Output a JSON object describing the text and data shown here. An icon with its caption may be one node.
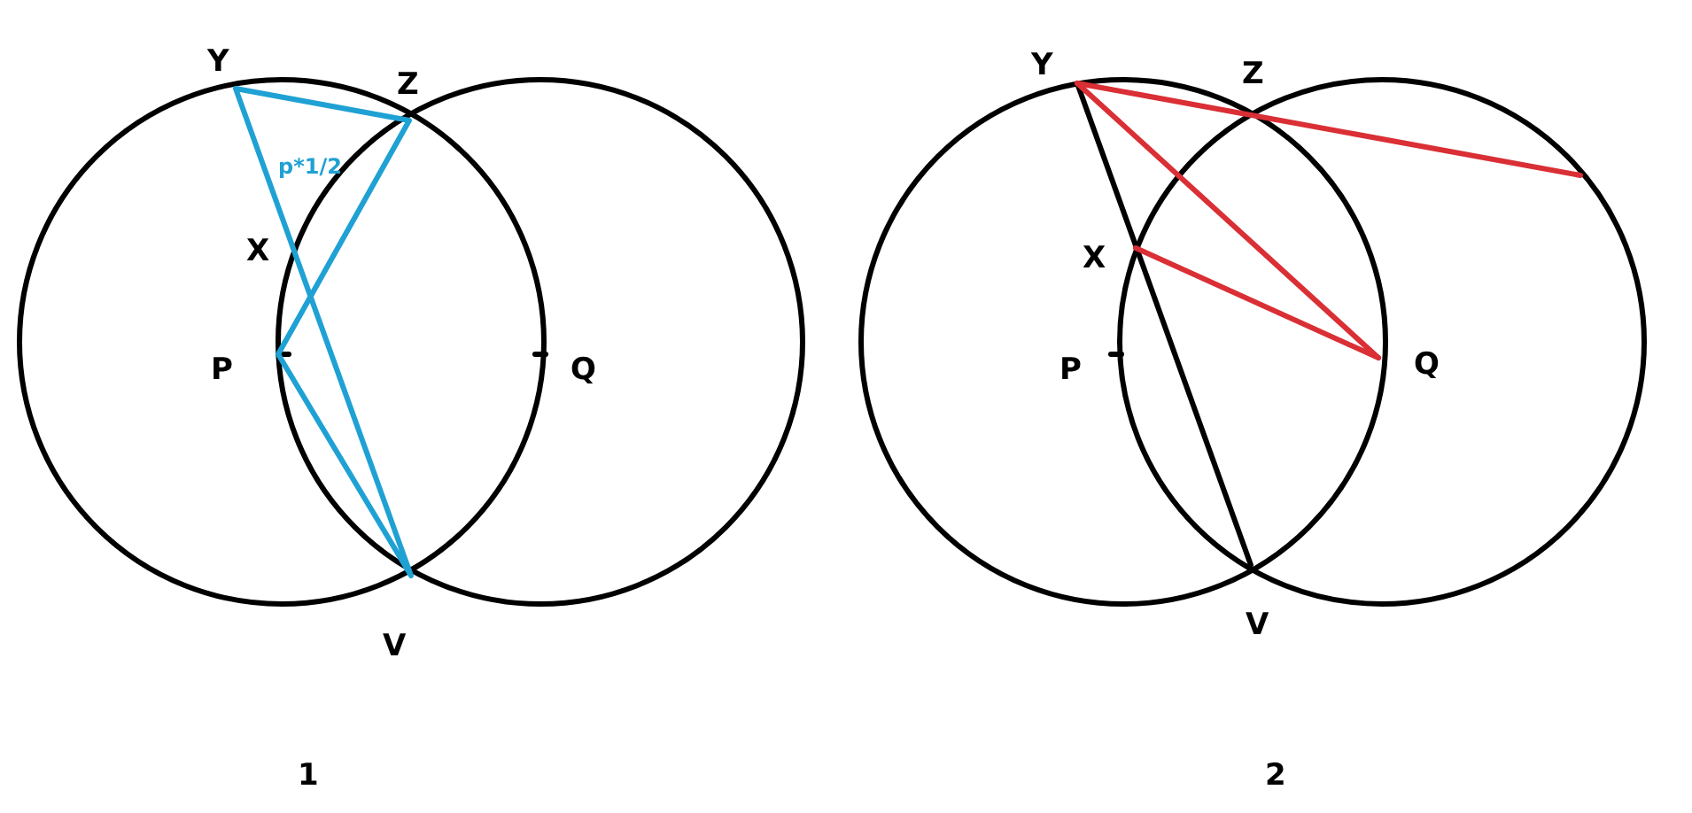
{
  "diagram": {
    "labels": [
      "Y",
      "Z",
      "p*1/2",
      "X",
      "P",
      "Q",
      "V",
      "1",
      "Y",
      "Z",
      "X",
      "P",
      "Q",
      "V",
      "2"
    ]
  }
}
